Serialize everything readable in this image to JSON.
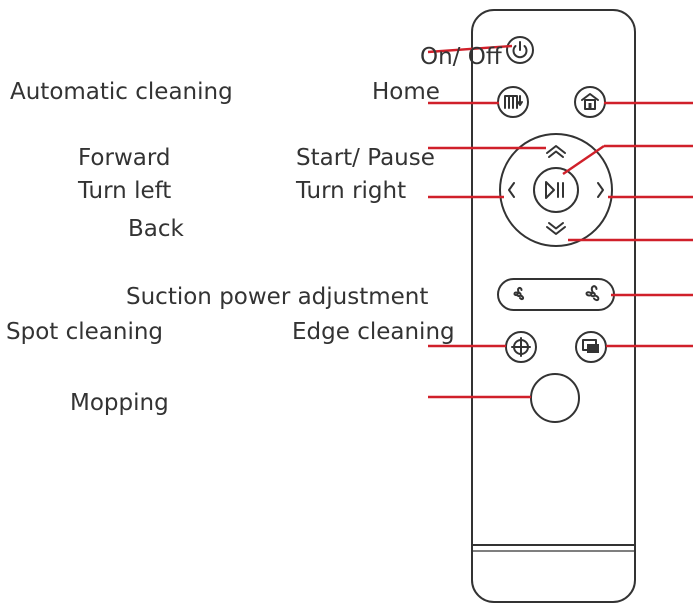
{
  "labels": {
    "on_off": "On/ Off",
    "automatic_cleaning": "Automatic cleaning",
    "home": "Home",
    "forward": "Forward",
    "start_pause": "Start/ Pause",
    "turn_left": "Turn left",
    "turn_right": "Turn right",
    "back": "Back",
    "suction_power": "Suction power adjustment",
    "spot_cleaning": "Spot cleaning",
    "edge_cleaning": "Edge cleaning",
    "mopping": "Mopping"
  },
  "colors": {
    "leader_line": "#d0202a",
    "outline": "#333333",
    "text": "#333333"
  },
  "icons": {
    "power": "power-icon",
    "auto": "auto-clean-icon",
    "home": "home-icon",
    "play_pause": "play-pause-icon",
    "fan_low": "fan-low-icon",
    "fan_high": "fan-high-icon",
    "spot": "spot-target-icon",
    "edge": "edge-clean-icon"
  }
}
